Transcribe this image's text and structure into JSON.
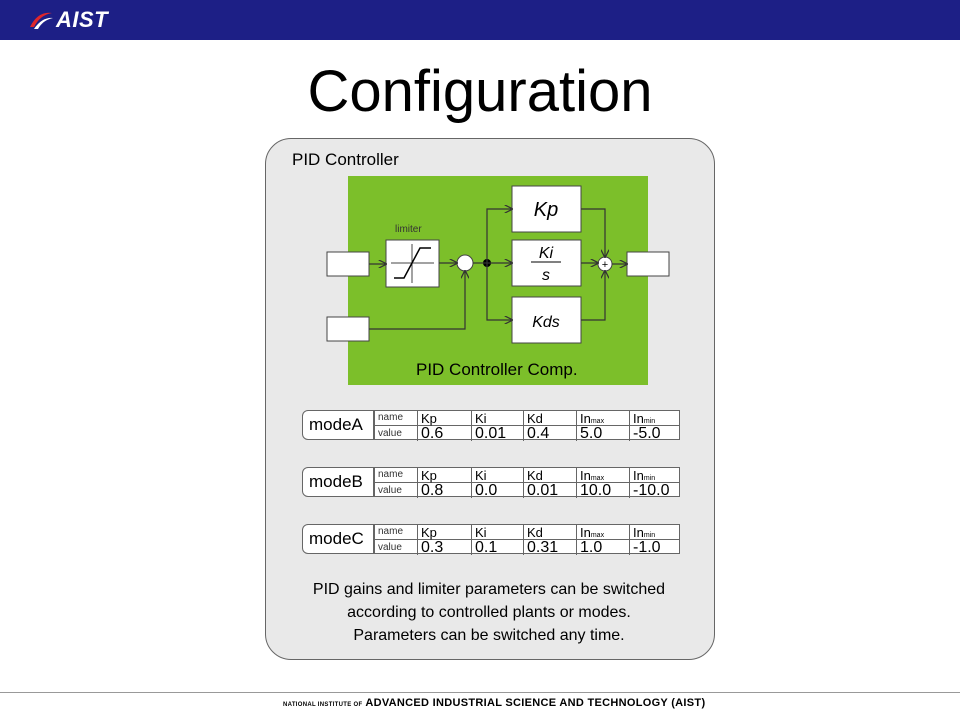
{
  "header": {
    "logo_text": "AIST"
  },
  "page_title": "Configuration",
  "panel": {
    "title": "PID Controller"
  },
  "diagram": {
    "component_label": "PID Controller Comp.",
    "limiter_label": "limiter",
    "kp_label": "Kp",
    "ki_num": "Ki",
    "ki_den": "s",
    "kd_label": "Kds",
    "sum_sign": "+",
    "colors": {
      "component_bg": "#7cbf2a"
    }
  },
  "modes": [
    {
      "name": "modeA",
      "row_name": "name",
      "row_value": "value",
      "headers": [
        "Kp",
        "Ki",
        "Kd",
        "In",
        "In"
      ],
      "header_subs": [
        "",
        "",
        "",
        "max",
        "min"
      ],
      "values": [
        "0.6",
        "0.01",
        "0.4",
        "5.0",
        "-5.0"
      ]
    },
    {
      "name": "modeB",
      "row_name": "name",
      "row_value": "value",
      "headers": [
        "Kp",
        "Ki",
        "Kd",
        "In",
        "In"
      ],
      "header_subs": [
        "",
        "",
        "",
        "max",
        "min"
      ],
      "values": [
        "0.8",
        "0.0",
        "0.01",
        "10.0",
        "-10.0"
      ]
    },
    {
      "name": "modeC",
      "row_name": "name",
      "row_value": "value",
      "headers": [
        "Kp",
        "Ki",
        "Kd",
        "In",
        "In"
      ],
      "header_subs": [
        "",
        "",
        "",
        "max",
        "min"
      ],
      "values": [
        "0.3",
        "0.1",
        "0.31",
        "1.0",
        "-1.0"
      ]
    }
  ],
  "description": [
    "PID gains and limiter parameters can be switched",
    "according to controlled plants or modes.",
    "Parameters can be switched any time."
  ],
  "footer": {
    "prefix": "NATIONAL INSTITUTE OF",
    "main": "ADVANCED INDUSTRIAL SCIENCE AND TECHNOLOGY (AIST)"
  }
}
